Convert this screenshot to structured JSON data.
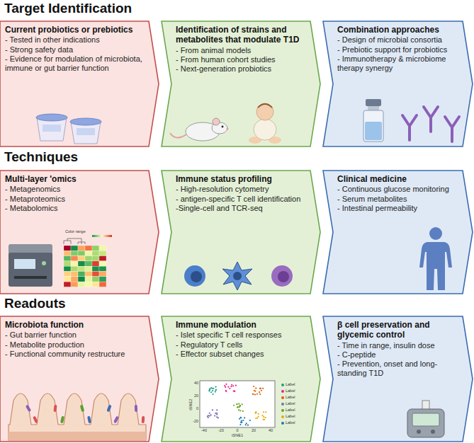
{
  "diagram": {
    "nodes": [
      {
        "text": [
          "Current probiotics or prebiotics",
          "- Tested in other indications",
          "- Strong safety data",
          "- Evidence for modulation of microbiota, immune or gut barrier function"
        ]
      },
      {
        "text": [
          "Identification of strains and metabolites that modulate T1D",
          "- From animal models",
          "- From human cohort studies",
          "- Next-generation probiotics"
        ]
      },
      {
        "text": [
          "Combination approaches",
          "- Design of microbial consortia",
          "- Prebiotic support for probiotics",
          "- Immunotherapy & microbiome therapy synergy"
        ]
      },
      {
        "text": [
          "Multi-layer 'omics",
          "- Metagenomics",
          "- Metaproteomics",
          "- Metabolomics"
        ]
      },
      {
        "text": [
          "Immune status profiling",
          "- High-resolution cytometry",
          "- antigen-specific T cell identification",
          "-Single-cell and TCR-seq"
        ]
      },
      {
        "text": [
          "Clinical medicine",
          "- Continuous glucose monitoring",
          "- Serum metabolites",
          "- Intestinal permeability"
        ]
      },
      {
        "text": [
          "Microbiota function",
          "- Gut barrier function",
          "- Metabolite production",
          "- Functional community restructure"
        ]
      },
      {
        "text": [
          "Immune modulation",
          "- Islet specific T cell responses",
          "- Regulatory T cells",
          "- Effector subset changes"
        ]
      },
      {
        "text": [
          "β cell preservation and glycemic control",
          "- Time in range, insulin dose",
          "- C-peptide",
          "- Prevention, onset and long-standing T1D"
        ]
      }
    ],
    "labels": [
      "Target Identification",
      "Techniques",
      "Color range",
      "Readouts",
      "Label",
      "Label",
      "Label",
      "Label",
      "Label",
      "Label",
      "Label",
      "40",
      "20",
      "0",
      "-20",
      "-40",
      "-20",
      "0",
      "20",
      "40",
      "tSNE1",
      "tSNE2"
    ]
  }
}
